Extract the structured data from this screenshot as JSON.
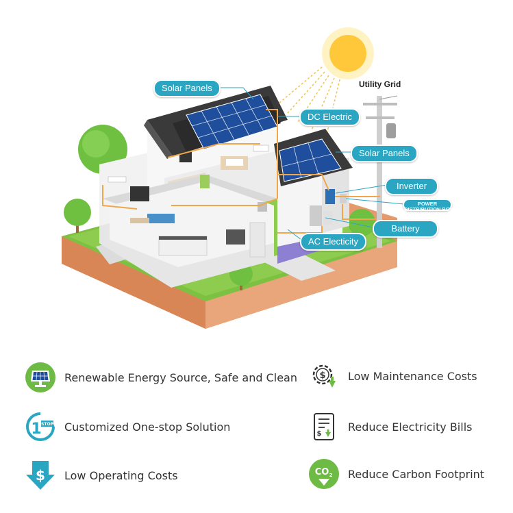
{
  "diagram": {
    "labels": {
      "solar_panels_top": "Solar Panels",
      "dc_electric": "DC Electric",
      "solar_panels_right": "Solar Panels",
      "inverter": "Inverter",
      "power_distribution_box_line1": "POWER",
      "power_distribution_box_line2": "DISTRIBUTION BOX",
      "battery": "Battery",
      "ac_electricity": "AC Electicity",
      "utility_grid": "Utility Grid"
    },
    "colors": {
      "callout": "#2aa6c3",
      "panel": "#1f4f9c",
      "grass": "#7cc142",
      "soil": "#e49a6c",
      "wire": "#f0a64a",
      "sun": "#ffc83a"
    }
  },
  "features": [
    {
      "text": "Renewable Energy Source, Safe and Clean",
      "icon": "solar-panel-icon"
    },
    {
      "text": "Low Maintenance Costs",
      "icon": "gear-dollar-icon"
    },
    {
      "text": "Customized One-stop Solution",
      "icon": "one-stop-service-icon"
    },
    {
      "text": "Reduce Electricity Bills",
      "icon": "bill-icon"
    },
    {
      "text": "Low Operating Costs",
      "icon": "dollar-down-icon"
    },
    {
      "text": "Reduce Carbon Footprint",
      "icon": "co2-icon"
    }
  ]
}
